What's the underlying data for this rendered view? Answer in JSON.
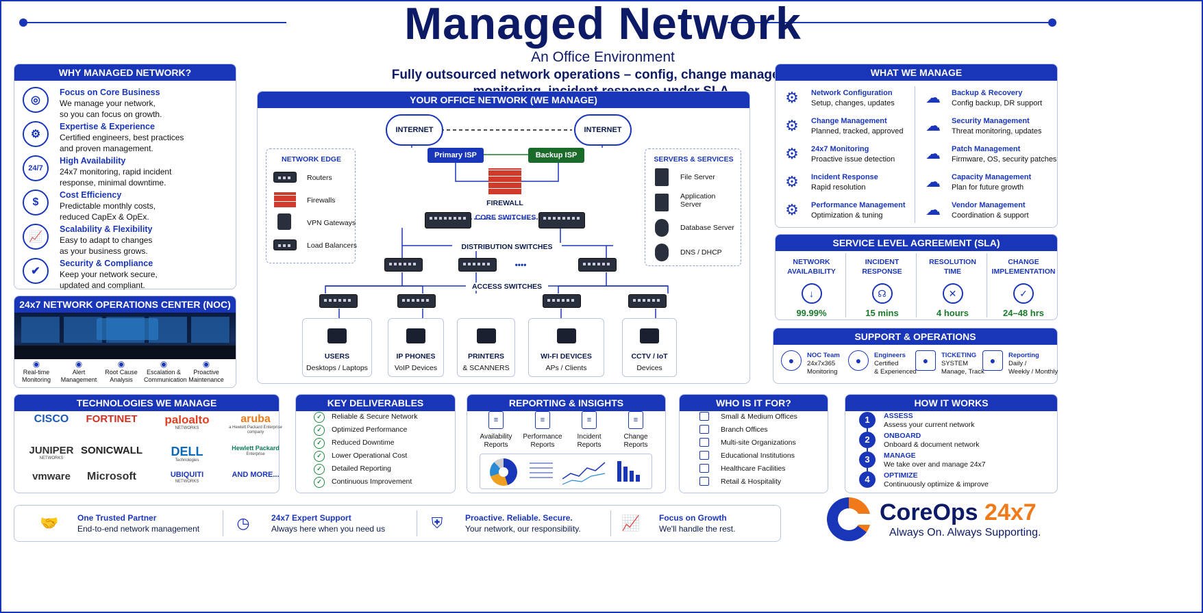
{
  "header": {
    "title": "Managed Network",
    "subtitle": "An Office Environment",
    "tagline1": "Fully outsourced network operations – config, change management,",
    "tagline2": "monitoring, incident response under SLA."
  },
  "why": {
    "title": "WHY MANAGED NETWORK?",
    "items": [
      {
        "h": "Focus on Core Business",
        "d1": "We manage your network,",
        "d2": "so you can focus on growth."
      },
      {
        "h": "Expertise & Experience",
        "d1": "Certified engineers, best practices",
        "d2": "and proven management."
      },
      {
        "h": "High Availability",
        "d1": "24x7 monitoring, rapid incident",
        "d2": "response, minimal downtime.",
        "icon": "24/7"
      },
      {
        "h": "Cost Efficiency",
        "d1": "Predictable monthly costs,",
        "d2": "reduced CapEx & OpEx.",
        "icon": "$"
      },
      {
        "h": "Scalability & Flexibility",
        "d1": "Easy to adapt to changes",
        "d2": "as your business grows."
      },
      {
        "h": "Security & Compliance",
        "d1": "Keep your network secure,",
        "d2": "updated and compliant."
      }
    ]
  },
  "noc": {
    "title": "24x7 NETWORK OPERATIONS CENTER (NOC)",
    "items": [
      [
        "Real-time",
        "Monitoring"
      ],
      [
        "Alert",
        "Management"
      ],
      [
        "Root Cause",
        "Analysis"
      ],
      [
        "Escalation &",
        "Communication"
      ],
      [
        "Proactive",
        "Maintenance"
      ]
    ]
  },
  "office": {
    "title": "YOUR OFFICE NETWORK (WE MANAGE)",
    "internet": "INTERNET",
    "primary": "Primary ISP",
    "backup": "Backup ISP",
    "firewall": "FIREWALL",
    "core": "CORE SWITCHES",
    "dist": "DISTRIBUTION SWITCHES",
    "dots": "••••",
    "access": "ACCESS SWITCHES",
    "edge": {
      "title": "NETWORK EDGE",
      "items": [
        "Routers",
        "Firewalls",
        "VPN Gateways",
        "Load Balancers"
      ]
    },
    "servers": {
      "title": "SERVERS & SERVICES",
      "items": [
        "File Server",
        "Application Server",
        "Database Server",
        "DNS / DHCP"
      ]
    },
    "devices": [
      [
        "USERS",
        "Desktops / Laptops"
      ],
      [
        "IP PHONES",
        "VoIP Devices"
      ],
      [
        "PRINTERS",
        "& SCANNERS"
      ],
      [
        "WI-FI DEVICES",
        "APs / Clients"
      ],
      [
        "CCTV / IoT",
        "Devices"
      ]
    ]
  },
  "manage": {
    "title": "WHAT WE MANAGE",
    "left": [
      [
        "Network Configuration",
        "Setup, changes, updates"
      ],
      [
        "Change Management",
        "Planned, tracked, approved"
      ],
      [
        "24x7 Monitoring",
        "Proactive issue detection"
      ],
      [
        "Incident Response",
        "Rapid resolution"
      ],
      [
        "Performance Management",
        "Optimization & tuning"
      ]
    ],
    "right": [
      [
        "Backup & Recovery",
        "Config backup, DR support"
      ],
      [
        "Security Management",
        "Threat monitoring, updates"
      ],
      [
        "Patch Management",
        "Firmware, OS, security patches"
      ],
      [
        "Capacity Management",
        "Plan for future growth"
      ],
      [
        "Vendor Management",
        "Coordination & support"
      ]
    ]
  },
  "sla": {
    "title": "SERVICE LEVEL AGREEMENT (SLA)",
    "cols": [
      [
        "NETWORK",
        "AVAILABILITY",
        "99.99%"
      ],
      [
        "INCIDENT",
        "RESPONSE",
        "15 mins"
      ],
      [
        "RESOLUTION",
        "TIME",
        "4 hours"
      ],
      [
        "CHANGE",
        "IMPLEMENTATION",
        "24–48 hrs"
      ]
    ]
  },
  "support": {
    "title": "SUPPORT & OPERATIONS",
    "items": [
      [
        "NOC Team",
        "24x7x365",
        "Monitoring"
      ],
      [
        "Engineers",
        "Certified",
        "& Experienced"
      ],
      [
        "TICKETING",
        "SYSTEM",
        "Manage, Track"
      ],
      [
        "Reporting",
        "Daily /",
        "Weekly / Monthly"
      ]
    ]
  },
  "tech": {
    "title": "TECHNOLOGIES WE MANAGE",
    "logos": [
      "CISCO",
      "FORTINET",
      "paloalto",
      "aruba",
      "JUNIPER",
      "SONICWALL",
      "DELL",
      "Hewlett Packard",
      "vmware",
      "Microsoft",
      "UBIQUITI",
      "AND MORE..."
    ],
    "subs": [
      "",
      "",
      "NETWORKS",
      "a Hewlett Packard Enterprise company",
      "NETWORKS",
      "",
      "Technologies",
      "Enterprise",
      "",
      "",
      "NETWORKS",
      ""
    ]
  },
  "deliver": {
    "title": "KEY DELIVERABLES",
    "items": [
      "Reliable & Secure Network",
      "Optimized Performance",
      "Reduced Downtime",
      "Lower Operational Cost",
      "Detailed Reporting",
      "Continuous Improvement"
    ]
  },
  "reporting": {
    "title": "REPORTING & INSIGHTS",
    "items": [
      [
        "Availability",
        "Reports"
      ],
      [
        "Performance",
        "Reports"
      ],
      [
        "Incident",
        "Reports"
      ],
      [
        "Change",
        "Reports"
      ]
    ]
  },
  "who": {
    "title": "WHO IS IT FOR?",
    "items": [
      "Small & Medium Offices",
      "Branch Offices",
      "Multi-site Organizations",
      "Educational Institutions",
      "Healthcare Facilities",
      "Retail & Hospitality"
    ]
  },
  "how": {
    "title": "HOW IT WORKS",
    "steps": [
      [
        "1",
        "ASSESS",
        "Assess your current network"
      ],
      [
        "2",
        "ONBOARD",
        "Onboard & document network"
      ],
      [
        "3",
        "MANAGE",
        "We take over and manage 24x7"
      ],
      [
        "4",
        "OPTIMIZE",
        "Continuously optimize & improve"
      ]
    ]
  },
  "bottom": {
    "items": [
      [
        "One Trusted Partner",
        "End-to-end network management"
      ],
      [
        "24x7 Expert Support",
        "Always here when you need us"
      ],
      [
        "Proactive. Reliable. Secure.",
        "Your network, our responsibility."
      ],
      [
        "Focus on Growth",
        "We'll handle the rest."
      ]
    ]
  },
  "brand": {
    "name": "CoreOps",
    "suffix": "24x7",
    "slogan": "Always On. Always Supporting.",
    "colors": {
      "primary": "#1a36b8",
      "accent": "#f07a1a"
    }
  }
}
